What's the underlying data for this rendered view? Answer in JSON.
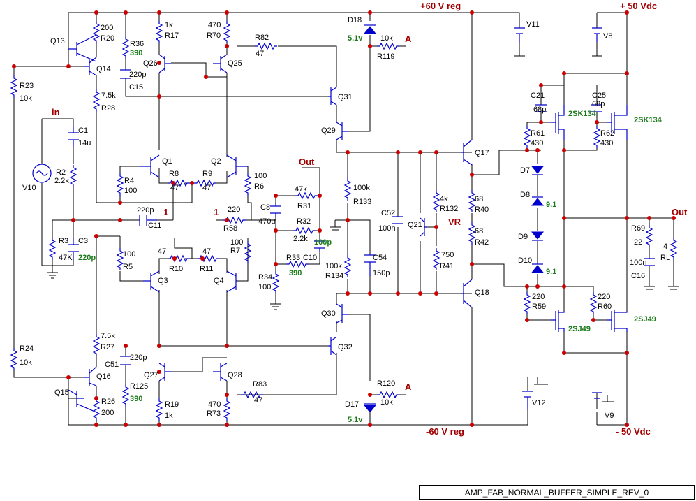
{
  "rails": {
    "pos60": "+60 V reg",
    "neg60": "-60 V reg",
    "pos50": "+ 50 Vdc",
    "neg50": "- 50 Vdc"
  },
  "nets": {
    "in": "in",
    "out_main": "Out",
    "out_fb": "Out",
    "one_a": "1",
    "one_b": "1",
    "a_top": "A",
    "a_bot": "A",
    "vr": "VR"
  },
  "title_block": "AMP_FAB_NORMAL_BUFFER_SIMPLE_REV_0",
  "labels": [
    {
      "id": "Q13",
      "text": "Q13"
    },
    {
      "id": "Q14",
      "text": "Q14"
    },
    {
      "id": "Q15",
      "text": "Q15"
    },
    {
      "id": "Q16",
      "text": "Q16"
    },
    {
      "id": "Q26",
      "text": "Q26"
    },
    {
      "id": "Q25",
      "text": "Q25"
    },
    {
      "id": "Q27",
      "text": "Q27"
    },
    {
      "id": "Q28",
      "text": "Q28"
    },
    {
      "id": "Q1",
      "text": "Q1"
    },
    {
      "id": "Q2",
      "text": "Q2"
    },
    {
      "id": "Q3",
      "text": "Q3"
    },
    {
      "id": "Q4",
      "text": "Q4"
    },
    {
      "id": "Q31",
      "text": "Q31"
    },
    {
      "id": "Q29",
      "text": "Q29"
    },
    {
      "id": "Q30",
      "text": "Q30"
    },
    {
      "id": "Q32",
      "text": "Q32"
    },
    {
      "id": "Q21",
      "text": "Q21"
    },
    {
      "id": "Q17",
      "text": "Q17"
    },
    {
      "id": "Q18",
      "text": "Q18"
    },
    {
      "id": "R20",
      "text": "R20"
    },
    {
      "id": "R20v",
      "text": "200"
    },
    {
      "id": "R36",
      "text": "R36"
    },
    {
      "id": "R36v",
      "text": "390"
    },
    {
      "id": "R17",
      "text": "R17"
    },
    {
      "id": "R17v",
      "text": "1k"
    },
    {
      "id": "R70",
      "text": "R70"
    },
    {
      "id": "R70v",
      "text": "470"
    },
    {
      "id": "R82",
      "text": "R82"
    },
    {
      "id": "R82v",
      "text": "47"
    },
    {
      "id": "R119",
      "text": "R119"
    },
    {
      "id": "R119v",
      "text": "10k"
    },
    {
      "id": "C15",
      "text": "C15"
    },
    {
      "id": "C15v",
      "text": "220p"
    },
    {
      "id": "R28",
      "text": "R28"
    },
    {
      "id": "R28v",
      "text": "7.5k"
    },
    {
      "id": "R23",
      "text": "R23"
    },
    {
      "id": "R23v",
      "text": "10k"
    },
    {
      "id": "C1",
      "text": "C1"
    },
    {
      "id": "C1v",
      "text": "14u"
    },
    {
      "id": "R2",
      "text": "R2"
    },
    {
      "id": "R2v",
      "text": "2.2k"
    },
    {
      "id": "V10",
      "text": "V10"
    },
    {
      "id": "R3",
      "text": "R3"
    },
    {
      "id": "R3v",
      "text": "47K"
    },
    {
      "id": "C3",
      "text": "C3"
    },
    {
      "id": "C3v",
      "text": "220p"
    },
    {
      "id": "R4",
      "text": "R4"
    },
    {
      "id": "R4v",
      "text": "100"
    },
    {
      "id": "R8",
      "text": "R8"
    },
    {
      "id": "R8v",
      "text": "47"
    },
    {
      "id": "R9",
      "text": "R9"
    },
    {
      "id": "R9v",
      "text": "47"
    },
    {
      "id": "R6",
      "text": "R6"
    },
    {
      "id": "R6v",
      "text": "100"
    },
    {
      "id": "C11",
      "text": "C11"
    },
    {
      "id": "C11v",
      "text": "220p"
    },
    {
      "id": "R5",
      "text": "R5"
    },
    {
      "id": "R5v",
      "text": "100"
    },
    {
      "id": "R10",
      "text": "R10"
    },
    {
      "id": "R10v",
      "text": "47"
    },
    {
      "id": "R11",
      "text": "R11"
    },
    {
      "id": "R11v",
      "text": "47"
    },
    {
      "id": "R7",
      "text": "R7"
    },
    {
      "id": "R7v",
      "text": "100"
    },
    {
      "id": "R58",
      "text": "R58"
    },
    {
      "id": "R58v",
      "text": "220"
    },
    {
      "id": "C8",
      "text": "C8"
    },
    {
      "id": "C8v",
      "text": "470u"
    },
    {
      "id": "R31",
      "text": "R31"
    },
    {
      "id": "R31v",
      "text": "47k"
    },
    {
      "id": "R32",
      "text": "R32"
    },
    {
      "id": "R32v",
      "text": "2.2k"
    },
    {
      "id": "C10",
      "text": "C10"
    },
    {
      "id": "C10v",
      "text": "100p"
    },
    {
      "id": "R33",
      "text": "R33"
    },
    {
      "id": "R33v",
      "text": "390"
    },
    {
      "id": "R34",
      "text": "R34"
    },
    {
      "id": "R34v",
      "text": "100"
    },
    {
      "id": "R133",
      "text": "R133"
    },
    {
      "id": "R133v",
      "text": "100k"
    },
    {
      "id": "R134",
      "text": "R134"
    },
    {
      "id": "R134v",
      "text": "100k"
    },
    {
      "id": "C52",
      "text": "C52"
    },
    {
      "id": "C52v",
      "text": "100n"
    },
    {
      "id": "C54",
      "text": "C54"
    },
    {
      "id": "C54v",
      "text": "150p"
    },
    {
      "id": "R132",
      "text": "R132"
    },
    {
      "id": "R132v",
      "text": "4k"
    },
    {
      "id": "R41",
      "text": "R41"
    },
    {
      "id": "R41v",
      "text": "750"
    },
    {
      "id": "R40",
      "text": "R40"
    },
    {
      "id": "R40v",
      "text": "68"
    },
    {
      "id": "R42",
      "text": "R42"
    },
    {
      "id": "R42v",
      "text": "68"
    },
    {
      "id": "D18",
      "text": "D18"
    },
    {
      "id": "D18v",
      "text": "5.1v"
    },
    {
      "id": "D17",
      "text": "D17"
    },
    {
      "id": "D17v",
      "text": "5.1v"
    },
    {
      "id": "R120",
      "text": "R120"
    },
    {
      "id": "R120v",
      "text": "10k"
    },
    {
      "id": "R83",
      "text": "R83"
    },
    {
      "id": "R83v",
      "text": "47"
    },
    {
      "id": "R27",
      "text": "R27"
    },
    {
      "id": "R27v",
      "text": "7.5k"
    },
    {
      "id": "R24",
      "text": "R24"
    },
    {
      "id": "R24v",
      "text": "10k"
    },
    {
      "id": "C51",
      "text": "C51"
    },
    {
      "id": "C51v",
      "text": "220p"
    },
    {
      "id": "R125",
      "text": "R125"
    },
    {
      "id": "R125v",
      "text": "390"
    },
    {
      "id": "R26",
      "text": "R26"
    },
    {
      "id": "R26v",
      "text": "200"
    },
    {
      "id": "R19",
      "text": "R19"
    },
    {
      "id": "R19v",
      "text": "1k"
    },
    {
      "id": "R73",
      "text": "R73"
    },
    {
      "id": "R73v",
      "text": "470"
    },
    {
      "id": "V11",
      "text": "V11"
    },
    {
      "id": "V12",
      "text": "V12"
    },
    {
      "id": "V8",
      "text": "V8"
    },
    {
      "id": "V9",
      "text": "V9"
    },
    {
      "id": "C21",
      "text": "C21"
    },
    {
      "id": "C21v",
      "text": "68p"
    },
    {
      "id": "C25",
      "text": "C25"
    },
    {
      "id": "C25v",
      "text": "68p"
    },
    {
      "id": "M1",
      "text": "2SK134"
    },
    {
      "id": "M2",
      "text": "2SK134"
    },
    {
      "id": "M3",
      "text": "2SJ49"
    },
    {
      "id": "M4",
      "text": "2SJ49"
    },
    {
      "id": "R61",
      "text": "R61"
    },
    {
      "id": "R61v",
      "text": "430"
    },
    {
      "id": "R62",
      "text": "R62"
    },
    {
      "id": "R62v",
      "text": "430"
    },
    {
      "id": "D7",
      "text": "D7"
    },
    {
      "id": "D8",
      "text": "D8"
    },
    {
      "id": "D8v",
      "text": "9.1"
    },
    {
      "id": "D9",
      "text": "D9"
    },
    {
      "id": "D10",
      "text": "D10"
    },
    {
      "id": "D10v",
      "text": "9.1"
    },
    {
      "id": "R59",
      "text": "R59"
    },
    {
      "id": "R59v",
      "text": "220"
    },
    {
      "id": "R60",
      "text": "R60"
    },
    {
      "id": "R60v",
      "text": "220"
    },
    {
      "id": "R69",
      "text": "R69"
    },
    {
      "id": "R69v",
      "text": "22"
    },
    {
      "id": "C16",
      "text": "C16"
    },
    {
      "id": "C16v",
      "text": "100n"
    },
    {
      "id": "RL",
      "text": "RL"
    },
    {
      "id": "RLv",
      "text": "4"
    }
  ]
}
